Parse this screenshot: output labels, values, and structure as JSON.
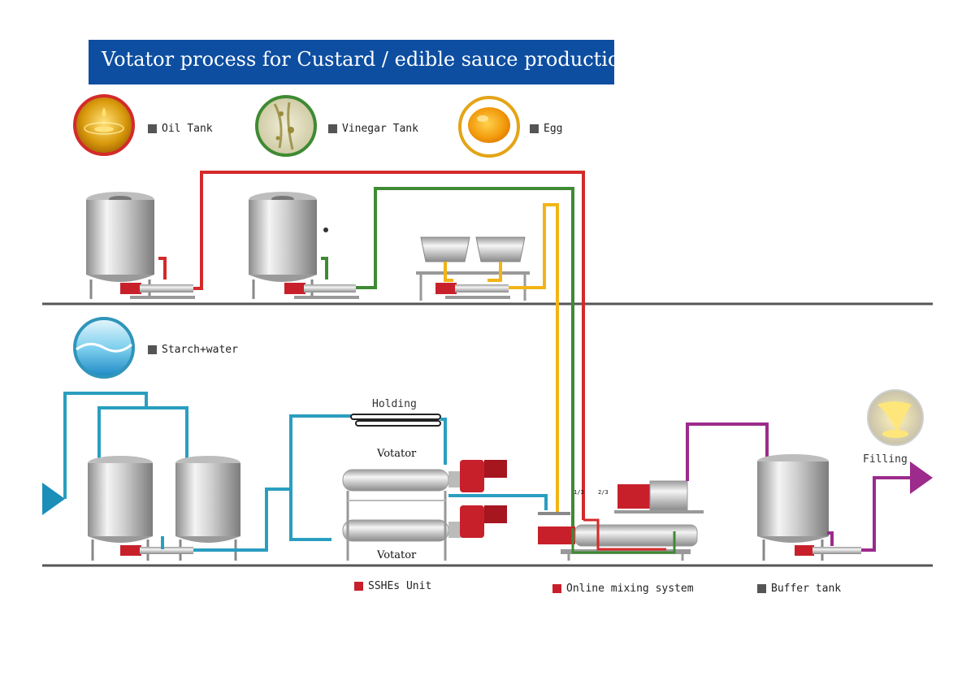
{
  "title": "Votator process for Custard / edible sauce production",
  "ingredients": [
    {
      "label": "Oil Tank",
      "icon": "oil-drop-icon",
      "ring_color": "#d42a2a"
    },
    {
      "label": "Vinegar Tank",
      "icon": "vinegar-bubbles-icon",
      "ring_color": "#3f8a33"
    },
    {
      "label": "Egg",
      "icon": "egg-yolk-icon",
      "ring_color": "#e4a417"
    },
    {
      "label": "Starch+water",
      "icon": "water-wave-icon",
      "ring_color": "#2f95b9"
    }
  ],
  "labels": {
    "holding": "Holding",
    "votator_top": "Votator",
    "votator_bottom": "Votator",
    "filling": "Filling",
    "ratio_one": "1/3",
    "ratio_two": "2/3"
  },
  "units": {
    "sshe": "SSHEs Unit",
    "online_mixing": "Online mixing system",
    "buffer_tank": "Buffer tank"
  },
  "pipe_colors": {
    "oil": "#d42a2a",
    "vinegar": "#3f8a33",
    "egg": "#f2b417",
    "water": "#2a9ec0",
    "product": "#9c2b8c",
    "floor": "#555555",
    "motor": "#c8202b",
    "title_bg": "#0d4ea1"
  }
}
